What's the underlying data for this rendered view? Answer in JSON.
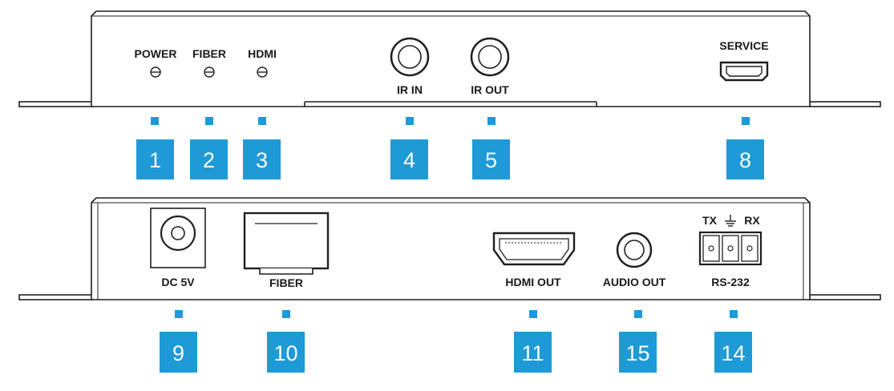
{
  "colors": {
    "callout": "#1e9ad6",
    "outline": "#231f20",
    "background": "#ffffff"
  },
  "front_panel": {
    "led_power": "POWER",
    "led_fiber": "FIBER",
    "led_hdmi": "HDMI",
    "ir_in": "IR IN",
    "ir_out": "IR OUT",
    "service": "SERVICE"
  },
  "rear_panel": {
    "dc": "DC 5V",
    "fiber": "FIBER",
    "hdmi_out": "HDMI OUT",
    "audio_out": "AUDIO OUT",
    "rs232": "RS-232",
    "tx": "TX",
    "rx": "RX"
  },
  "callouts": {
    "c1": "1",
    "c2": "2",
    "c3": "3",
    "c4": "4",
    "c5": "5",
    "c8": "8",
    "c9": "9",
    "c10": "10",
    "c11": "11",
    "c15": "15",
    "c14": "14"
  }
}
